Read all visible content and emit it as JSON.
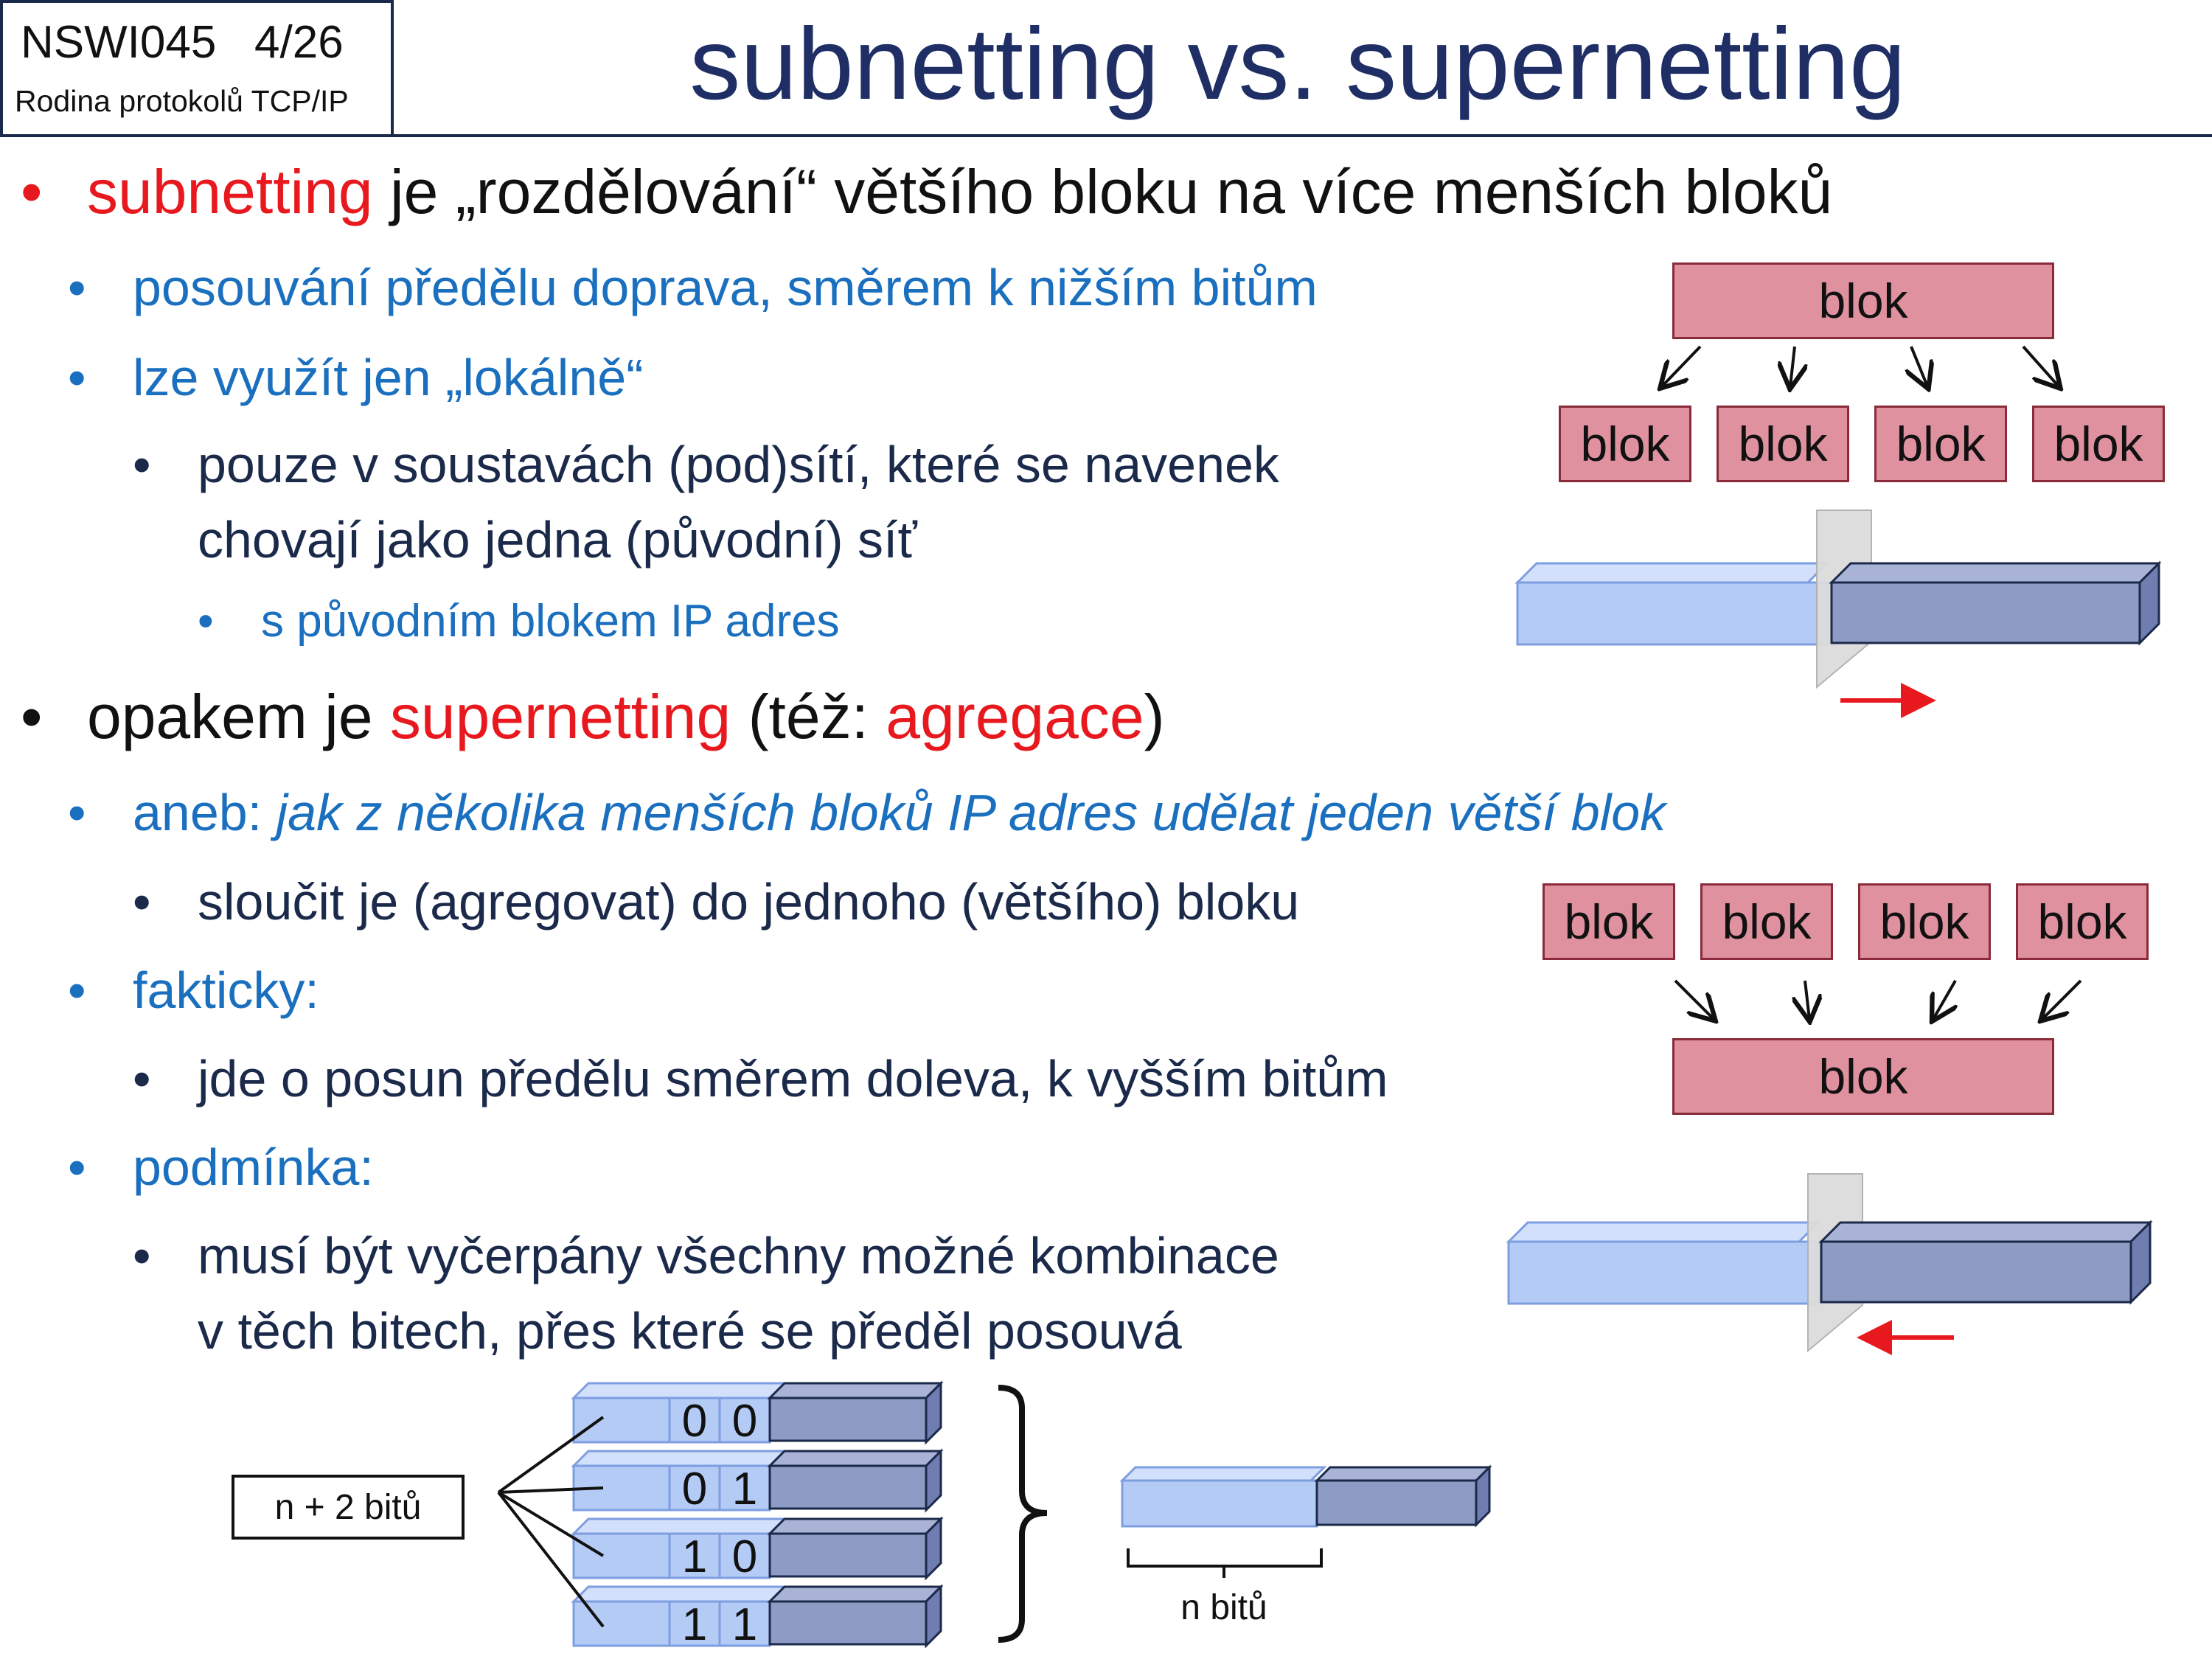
{
  "header": {
    "course_code": "NSWI045",
    "slide_number": "4/26",
    "course_name": "Rodina protokolů TCP/IP",
    "title": "subnetting vs. supernetting"
  },
  "content": {
    "l1a_term": "subnetting",
    "l1a_rest": " je „rozdělování“ většího bloku na více menších bloků",
    "l2a": "posouvání předělu doprava, směrem k nižším bitům",
    "l2b": "lze využít jen „lokálně“",
    "l3a_line1": "pouze v soustavách (pod)sítí, které se navenek",
    "l3a_line2": "chovají jako jedna (původní) síť",
    "l4a": "s původním blokem IP adres",
    "l1b_pre": "opakem je ",
    "l1b_term": "supernetting",
    "l1b_mid": "  (též: ",
    "l1b_term2": "agregace",
    "l1b_end": ")",
    "l2c_pre": "aneb: ",
    "l2c_italic": "jak z několika menších bloků IP adres udělat jeden větší blok",
    "l3b": "sloučit je (agregovat) do jednoho (většího) bloku",
    "l2d": "fakticky:",
    "l3c": "jde o posun předělu směrem doleva, k vyšším bitům",
    "l2e": "podmínka:",
    "l3d_line1": "musí být vyčerpány všechny možné kombinace",
    "l3d_line2": "v těch bitech,  přes které se předěl posouvá"
  },
  "diagram": {
    "block_label": "blok",
    "n_plus_2_label": "n + 2 bitů",
    "n_label": "n bitů",
    "bit_combos": [
      [
        "0",
        "0"
      ],
      [
        "0",
        "1"
      ],
      [
        "1",
        "0"
      ],
      [
        "1",
        "1"
      ]
    ]
  },
  "colors": {
    "title": "#1f2f66",
    "term_red": "#e8191e",
    "level2_blue": "#1a6fbf",
    "level3_navy": "#1b2a4a",
    "block_fill": "#e0919f",
    "prefix_light": "#b4cbf5",
    "prefix_dark": "#8e9bc4"
  }
}
